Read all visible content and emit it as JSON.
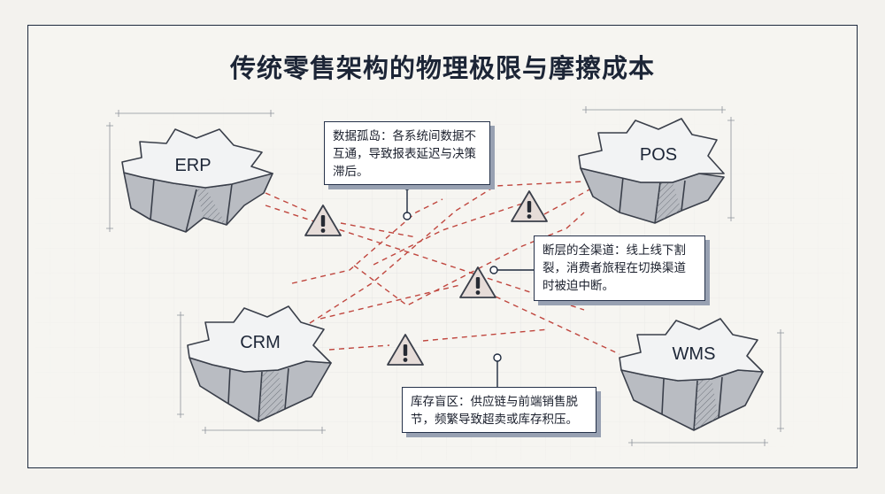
{
  "title": "传统零售架构的物理极限与摩擦成本",
  "nodes": {
    "erp": "ERP",
    "pos": "POS",
    "crm": "CRM",
    "wms": "WMS"
  },
  "callouts": {
    "silo": {
      "lines": [
        "数据孤岛：各系统间数据不",
        "互通，导致报表延迟与决策",
        "滞后。"
      ]
    },
    "omni": {
      "lines": [
        "断层的全渠道：线上线下割",
        "裂，消费者旅程在切换渠道",
        "时被迫中断。"
      ]
    },
    "inventory": {
      "lines": [
        "库存盲区：供应链与前端销售脱",
        "节，频繁导致超卖或库存积压。"
      ]
    }
  },
  "warning_icon": "warning-triangle-icon",
  "colors": {
    "frame": "#1e2a3e",
    "link": "#c0473f",
    "rock_top": "#f2f3f4",
    "rock_side": "#b9bcc2",
    "warning_fill": "#e6dcd8"
  }
}
